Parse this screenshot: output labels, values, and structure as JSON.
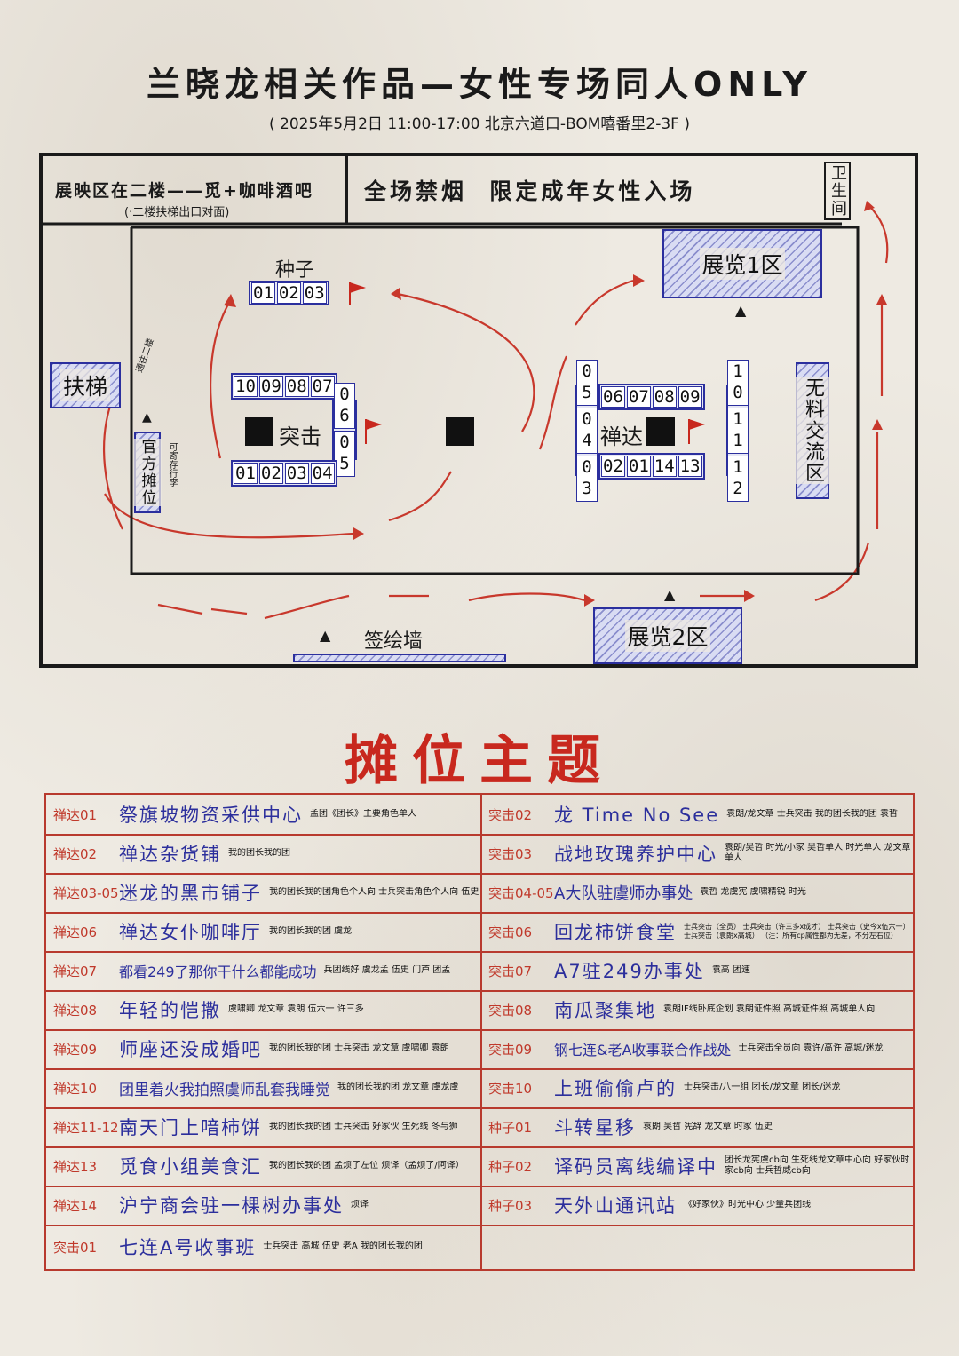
{
  "header": {
    "title": "兰晓龙相关作品—女性专场同人ONLY",
    "subtitle": "( 2025年5月2日 11:00-17:00  北京六道口-BOM嘻番里2-3F )"
  },
  "map": {
    "screening_note": "展映区在二楼——觅+咖啡酒吧",
    "screening_sub": "(·二楼扶梯出口对面)",
    "rules": "全场禁烟  限定成年女性入场",
    "toilet": "卫生间",
    "escalator": "扶梯",
    "to_second_floor": "通往二楼",
    "official_booth": "官方摊位",
    "luggage_note": "可寄存行李",
    "exhibition_1": "展览1区",
    "exhibition_2": "展览2区",
    "free_exchange": "无料交流区",
    "signature_wall": "签绘墙",
    "seed": {
      "label": "种子",
      "booths": [
        "01",
        "02",
        "03"
      ]
    },
    "tuji": {
      "label": "突击",
      "top": [
        "10",
        "09",
        "08",
        "07"
      ],
      "right": [
        "06",
        "05"
      ],
      "bottom": [
        "01",
        "02",
        "03",
        "04"
      ]
    },
    "chanda": {
      "label": "禅达",
      "top": [
        "06",
        "07",
        "08",
        "09"
      ],
      "left": [
        "05",
        "04",
        "03"
      ],
      "right": [
        "10",
        "11",
        "12"
      ],
      "bottom": [
        "02",
        "01",
        "14",
        "13"
      ]
    }
  },
  "booth_themes": {
    "title": "摊位主题",
    "left": [
      {
        "code": "禅达01",
        "name": "祭旗坡物资采供中心",
        "note": "孟团《团长》主要角色单人"
      },
      {
        "code": "禅达02",
        "name": "禅达杂货铺",
        "note": "我的团长我的团"
      },
      {
        "code": "禅达03-05",
        "name": "迷龙的黑市铺子",
        "note": "我的团长我的团角色个人向 士兵突击角色个人向 伍史"
      },
      {
        "code": "禅达06",
        "name": "禅达女仆咖啡厅",
        "note": "我的团长我的团   虞龙"
      },
      {
        "code": "禅达07",
        "name": "都看249了那你干什么都能成功",
        "note": "兵团线好  虞龙孟  伍史 门芦 团孟"
      },
      {
        "code": "禅达08",
        "name": "年轻的恺撒",
        "note": "虞啸卿  龙文章  袁朗  伍六一  许三多"
      },
      {
        "code": "禅达09",
        "name": "师座还没成婚吧",
        "note": "我的团长我的团  士兵突击 龙文章  虞啸卿  袁朗"
      },
      {
        "code": "禅达10",
        "name": "团里着火我拍照虞师乱套我睡觉",
        "note": "我的团长我的团 龙文章  虞龙虞"
      },
      {
        "code": "禅达11-12",
        "name": "南天门上喑柿饼",
        "note": "我的团长我的团  士兵突击 好家伙  生死线  冬与狮"
      },
      {
        "code": "禅达13",
        "name": "觅食小组美食汇",
        "note": "我的团长我的团  孟烦了左位 烦译（孟烦了/阿译）"
      },
      {
        "code": "禅达14",
        "name": "沪宁商会驻一棵树办事处",
        "note": "烦译"
      },
      {
        "code": "突击01",
        "name": "七连A号收事班",
        "note": "士兵突击  高城  伍史  老A 我的团长我的团"
      }
    ],
    "right": [
      {
        "code": "突击02",
        "name": "龙 Time No See",
        "note": "袁朗/龙文章  士兵突击 我的团长我的团  袁哲"
      },
      {
        "code": "突击03",
        "name": "战地玫瑰养护中心",
        "note": "袁朗/吴哲  时光/小家  吴哲单人 时光单人  龙文章单人"
      },
      {
        "code": "突击04-05",
        "name": "A大队驻虞师办事处",
        "note": "袁哲  龙虞宪 虞啸精锐  时光"
      },
      {
        "code": "突击06",
        "name": "回龙柿饼食堂",
        "note": "士兵突击（全员） 士兵突击（许三多x成才） 士兵突击（史今x伍六一） 士兵突击（袁朗x高城） （注：所有cp属性都为无差，不分左右位）"
      },
      {
        "code": "突击07",
        "name": "A7驻249办事处",
        "note": "袁高  团速"
      },
      {
        "code": "突击08",
        "name": "南瓜聚集地",
        "note": "袁朗IF线卧底企划  袁朗证件照 高城证件照  高城单人向"
      },
      {
        "code": "突击09",
        "name": "钢七连&老A收事联合作战处",
        "note": "士兵突击全员向 袁许/高许  高城/迷龙"
      },
      {
        "code": "突击10",
        "name": "上班偷偷卢的",
        "note": "士兵突击/八一组 团长/龙文章  团长/迷龙"
      },
      {
        "code": "种子01",
        "name": "斗转星移",
        "note": "袁朗  吴哲  宪辞  龙文章  时家  伍史"
      },
      {
        "code": "种子02",
        "name": "译码员离线编译中",
        "note": "团长龙宪虞cb向 生死线龙文章中心向 好家伙时家cb向  士兵哲威cb向"
      },
      {
        "code": "种子03",
        "name": "天外山通讯站",
        "note": "《好家伙》时光中心  少量兵团线"
      }
    ]
  }
}
